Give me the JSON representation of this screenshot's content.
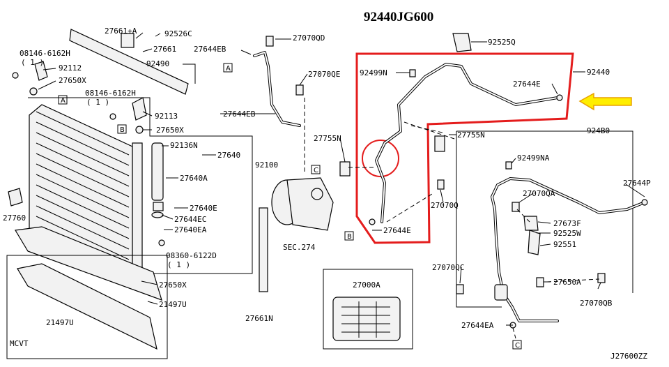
{
  "title": "92440JG600",
  "footer_code": "J27600ZZ",
  "callouts": {
    "p27661a": "27661+A",
    "p92526c": "92526C",
    "p27661": "27661",
    "p27644eb_top": "27644EB",
    "p27070qd": "27070QD",
    "p92490": "92490",
    "p27070qe": "27070QE",
    "p27644eb_mid": "27644EB",
    "p08146_a": "08146-6162H",
    "p08146_a_qty": "( 1 )",
    "p92112": "92112",
    "p27650x_a": "27650X",
    "p08146_b": "08146-6162H",
    "p08146_b_qty": "( 1 )",
    "p92113": "92113",
    "p27650x_b": "27650X",
    "p92136n": "92136N",
    "p27640": "27640",
    "p92100": "92100",
    "p27640a": "27640A",
    "p27640e": "27640E",
    "p27644ec": "27644EC",
    "p27640ea": "27640EA",
    "p08360": "08360-6122D",
    "p08360_qty": "( 1 )",
    "p27760": "27760",
    "p27650x_c": "27650X",
    "p21497u_a": "21497U",
    "p21497u_b": "21497U",
    "mcvt": "MCVT",
    "p27661n": "27661N",
    "sec274": "SEC.274",
    "p27755n_a": "27755N",
    "p27755n_b": "27755N",
    "p92499n": "92499N",
    "p92525q": "92525Q",
    "p92440": "92440",
    "p27644e_a": "27644E",
    "p27644e_b": "27644E",
    "p27070q": "27070Q",
    "p27000a": "27000A",
    "p924b0": "924B0",
    "p92499na": "92499NA",
    "p27070qa": "27070QA",
    "p27644p": "27644P",
    "p27673f": "27673F",
    "p92525w": "92525W",
    "p92551": "92551",
    "p27070qc": "27070QC",
    "p27650a": "27650A",
    "p27070qb": "27070QB",
    "p27644ea": "27644EA"
  },
  "ref_boxes": {
    "a1": "A",
    "a2": "A",
    "b1": "B",
    "b2": "B",
    "c1": "C",
    "c2": "C"
  },
  "colors": {
    "highlight": "#e41c1c",
    "arrow_fill": "#ffee00",
    "arrow_stroke": "#e8a000"
  }
}
